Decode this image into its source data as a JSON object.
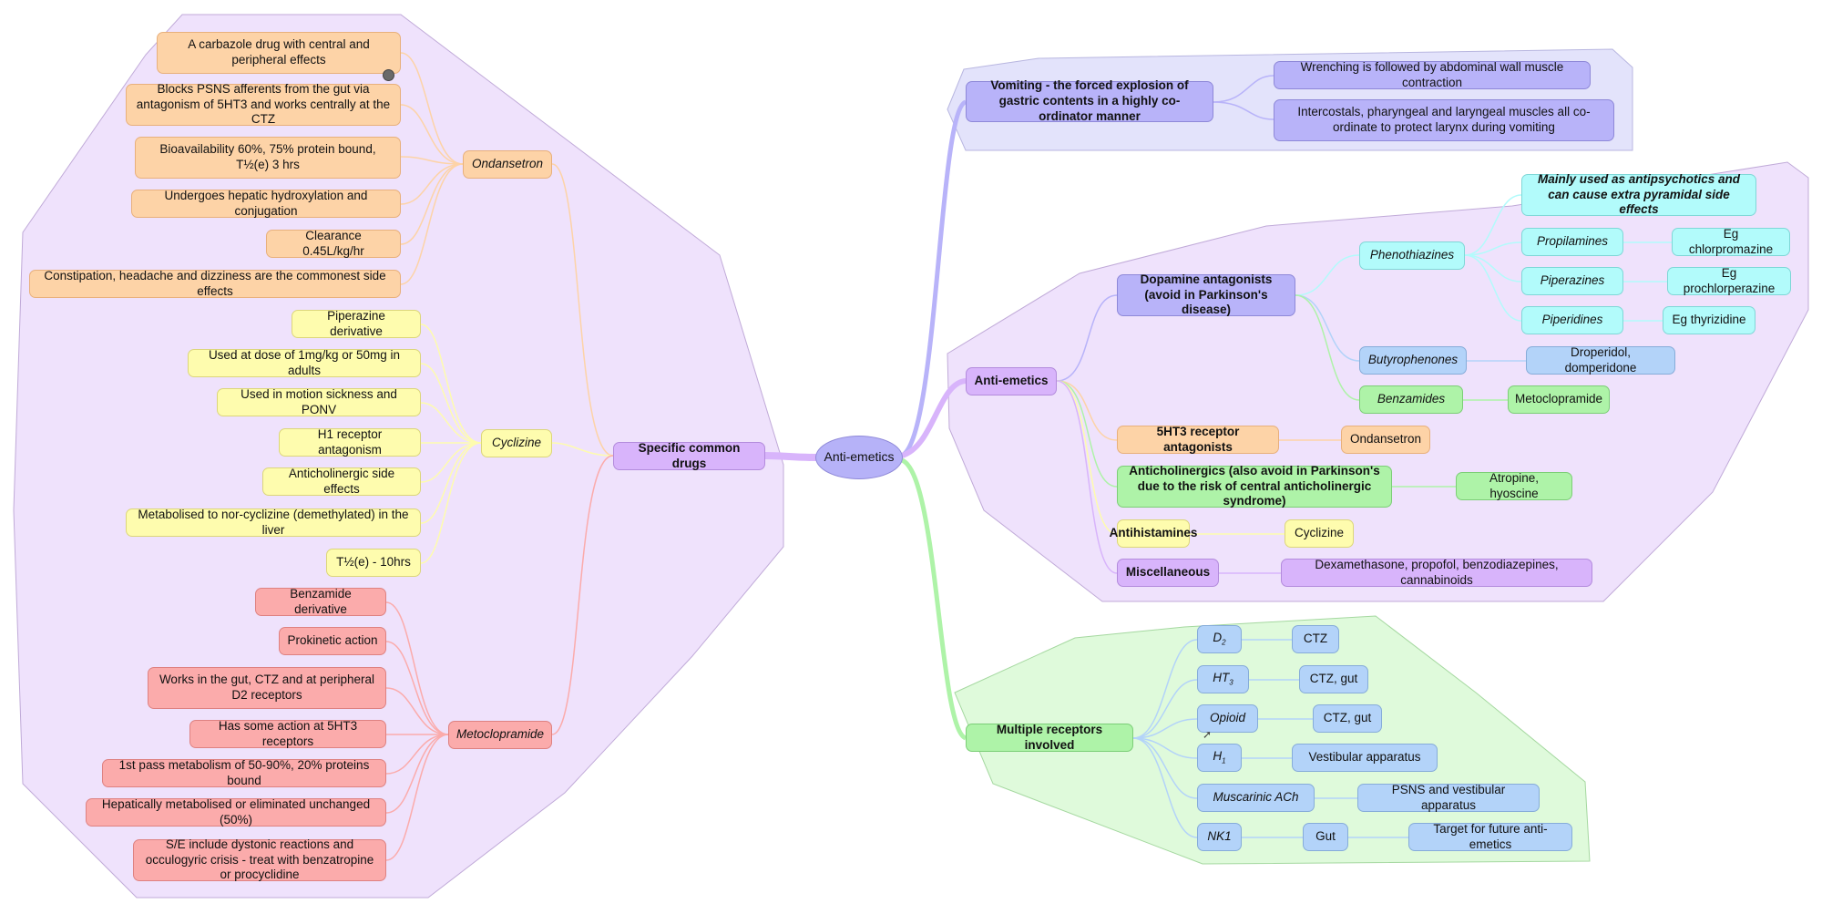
{
  "center": {
    "label": "Anti-emetics"
  },
  "left": {
    "hub": "Specific common drugs",
    "ondansetron": {
      "label": "Ondansetron",
      "facts": [
        "A carbazole drug with central and peripheral effects",
        "Blocks PSNS afferents from the gut via antagonism of 5HT3 and works centrally at the CTZ",
        "Bioavailability 60%, 75% protein bound, T½(e) 3 hrs",
        "Undergoes hepatic hydroxylation and conjugation",
        "Clearance 0.45L/kg/hr",
        "Constipation, headache and dizziness are the commonest side effects"
      ]
    },
    "cyclizine": {
      "label": "Cyclizine",
      "facts": [
        "Piperazine derivative",
        "Used at dose of 1mg/kg or 50mg in adults",
        "Used in motion sickness and PONV",
        "H1 receptor antagonism",
        "Anticholinergic side effects",
        "Metabolised to nor-cyclizine (demethylated) in the liver",
        "T½(e) - 10hrs"
      ]
    },
    "metoclopramide": {
      "label": "Metoclopramide",
      "facts": [
        "Benzamide derivative",
        "Prokinetic action",
        "Works in the gut, CTZ and at peripheral D2 receptors",
        "Has some action at 5HT3 receptors",
        "1st pass metabolism of 50-90%, 20% proteins bound",
        "Hepatically metabolised or eliminated unchanged (50%)",
        "S/E include dystonic reactions and occulogyric crisis - treat with benzatropine or procyclidine"
      ]
    }
  },
  "vomiting": {
    "label": "Vomiting - the forced explosion of gastric contents in a highly co-ordinator manner",
    "facts": [
      "Wrenching is followed by abdominal wall muscle contraction",
      "Intercostals, pharyngeal and laryngeal muscles all co-ordinate to protect larynx during vomiting"
    ]
  },
  "antiemetics": {
    "label": "Anti-emetics",
    "dopamine": "Dopamine antagonists (avoid in Parkinson's disease)",
    "phenothiazines": "Phenothiazines",
    "pheno_note": "Mainly used as antipsychotics and can cause extra pyramidal side effects",
    "propilamines": "Propilamines",
    "propilamines_eg": "Eg chlorpromazine",
    "piperazines": "Piperazines",
    "piperazines_eg": "Eg prochlorperazine",
    "piperidines": "Piperidines",
    "piperidines_eg": "Eg thyrizidine",
    "butyrophenones": "Butyrophenones",
    "butyrophenones_eg": "Droperidol, domperidone",
    "benzamides": "Benzamides",
    "benzamides_eg": "Metoclopramide",
    "ht3": "5HT3 receptor antagonists",
    "ht3_eg": "Ondansetron",
    "anticholinergics": "Anticholinergics (also avoid in Parkinson's due to the risk of central anticholinergic syndrome)",
    "anticholinergics_eg": "Atropine, hyoscine",
    "antihistamines": "Antihistamines",
    "antihistamines_eg": "Cyclizine",
    "misc": "Miscellaneous",
    "misc_eg": "Dexamethasone, propofol, benzodiazepines, cannabinoids"
  },
  "receptors": {
    "label": "Multiple receptors involved",
    "items": [
      {
        "name": "D2",
        "site": "CTZ"
      },
      {
        "name": "HT3",
        "site": "CTZ, gut"
      },
      {
        "name": "Opioid",
        "site": "CTZ, gut"
      },
      {
        "name": "H1",
        "site": "Vestibular apparatus"
      },
      {
        "name": "Muscarinic ACh",
        "site": "PSNS and vestibular apparatus"
      },
      {
        "name": "NK1",
        "site": "Gut",
        "extra": "Target for future anti-emetics"
      }
    ]
  },
  "colors": {
    "orange": "#fdd3a7",
    "yellow": "#fefcae",
    "red": "#fbabab",
    "purple": "#d8b4fb",
    "blue": "#b3d3f9",
    "cyan": "#b2fbfb",
    "green": "#aef3a8",
    "indigo": "#b8b3f9"
  }
}
